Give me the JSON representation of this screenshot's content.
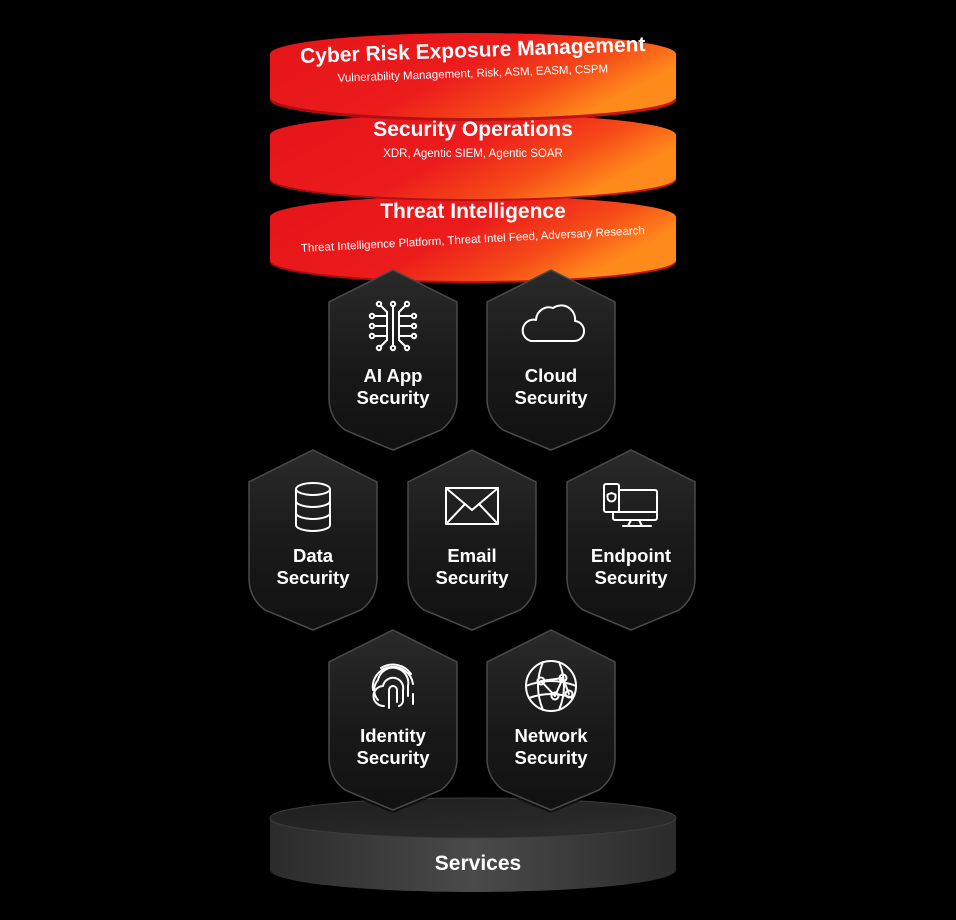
{
  "layers": [
    {
      "title": "Cyber Risk Exposure Management",
      "subtitle": "Vulnerability Management, Risk, ASM, EASM, CSPM"
    },
    {
      "title": "Security Operations",
      "subtitle": "XDR, Agentic SIEM, Agentic SOAR"
    },
    {
      "title": "Threat Intelligence",
      "subtitle": "Threat Intelligence Platform, Threat Intel Feed, Adversary Research"
    }
  ],
  "shields": [
    {
      "line1": "AI App",
      "line2": "Security",
      "icon": "ai-circuit-icon"
    },
    {
      "line1": "Cloud",
      "line2": "Security",
      "icon": "cloud-icon"
    },
    {
      "line1": "Data",
      "line2": "Security",
      "icon": "database-icon"
    },
    {
      "line1": "Email",
      "line2": "Security",
      "icon": "envelope-icon"
    },
    {
      "line1": "Endpoint",
      "line2": "Security",
      "icon": "devices-icon"
    },
    {
      "line1": "Identity",
      "line2": "Security",
      "icon": "fingerprint-icon"
    },
    {
      "line1": "Network",
      "line2": "Security",
      "icon": "globe-network-icon"
    }
  ],
  "services": {
    "label": "Services"
  },
  "colors": {
    "background": "#000000",
    "layer_red": "#e8141b",
    "layer_orange": "#ff7a1a",
    "shield_dark": "#1c1c1c",
    "services_grey": "#3a3a3a"
  }
}
